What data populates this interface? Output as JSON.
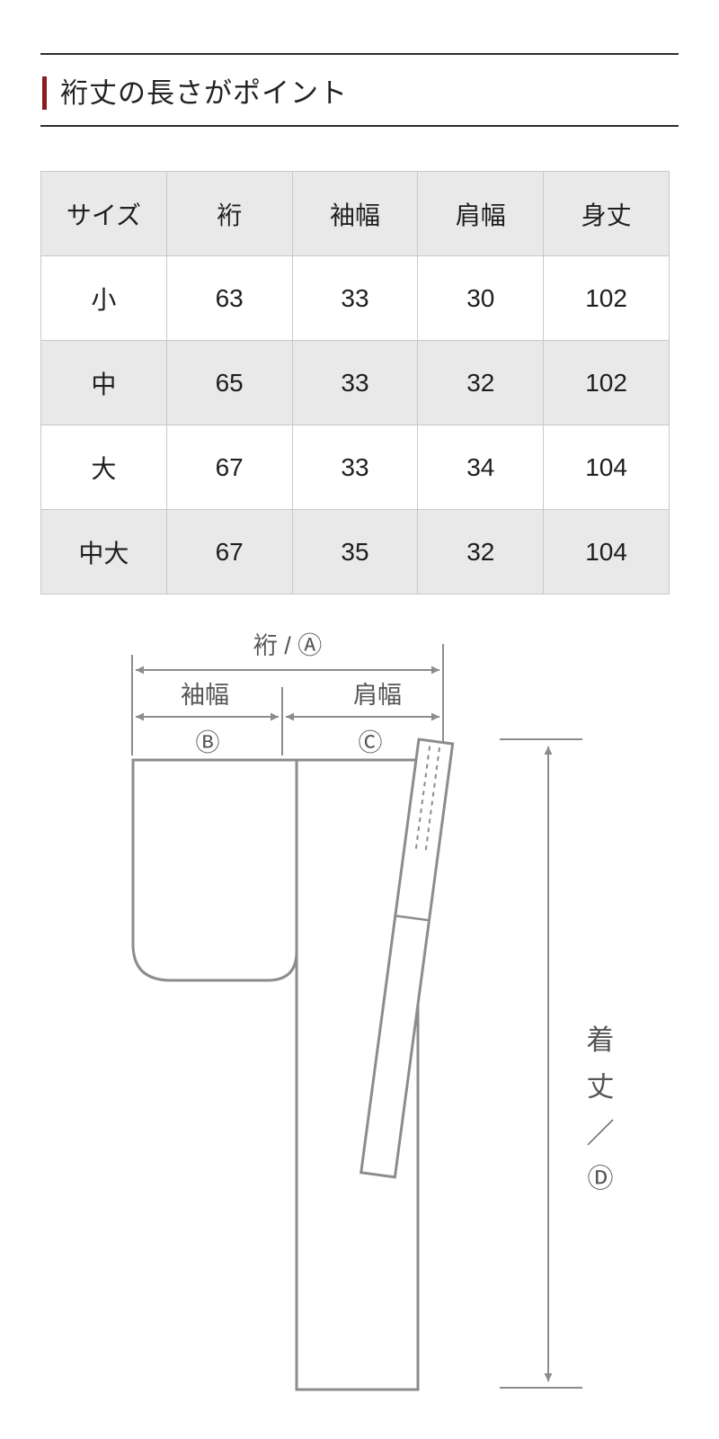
{
  "header": {
    "title": "裄丈の長さがポイント"
  },
  "size_table": {
    "headers": [
      "サイズ",
      "裄",
      "袖幅",
      "肩幅",
      "身丈"
    ],
    "rows": [
      [
        "小",
        "63",
        "33",
        "30",
        "102"
      ],
      [
        "中",
        "65",
        "33",
        "32",
        "102"
      ],
      [
        "大",
        "67",
        "33",
        "34",
        "104"
      ],
      [
        "中大",
        "67",
        "35",
        "32",
        "104"
      ]
    ]
  },
  "diagram": {
    "top_measure_label": "裄 / Ⓐ",
    "sleeve_width_label": "袖幅",
    "sleeve_width_mark": "Ⓑ",
    "shoulder_width_label": "肩幅",
    "shoulder_width_mark": "Ⓒ",
    "length_label_chars": [
      "着",
      "丈",
      "／",
      "Ⓓ"
    ]
  },
  "colors": {
    "accent_red": "#8c1c1c",
    "rule": "#2d2d2d",
    "table_border": "#c8c8c8",
    "table_stripe": "#e9e9e9",
    "diagram_line": "#8c8c8c",
    "diagram_text": "#555555",
    "text": "#1e1e1e"
  }
}
